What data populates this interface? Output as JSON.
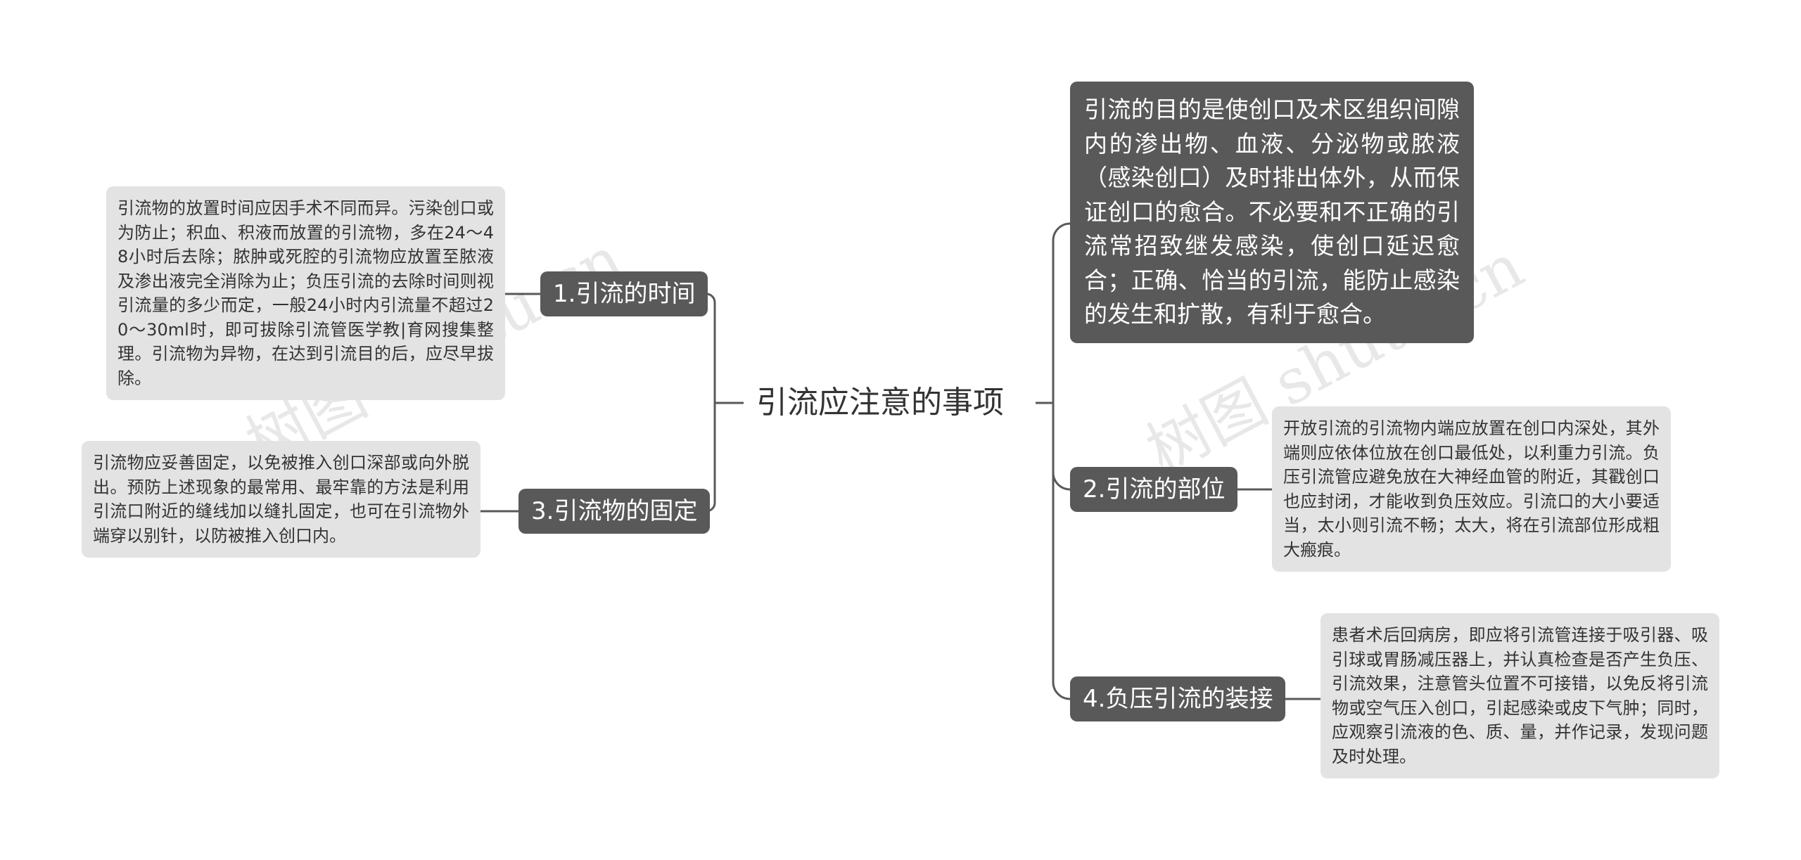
{
  "root": {
    "label": "引流应注意的事项"
  },
  "branches": {
    "b1": {
      "label": "1.引流的时间",
      "detail": "引流物的放置时间应因手术不同而异。污染创口或为防止；积血、积液而放置的引流物，多在24～48小时后去除；脓肿或死腔的引流物应放置至脓液及渗出液完全消除为止；负压引流的去除时间则视引流量的多少而定，一般24小时内引流量不超过20～30ml时，即可拔除引流管医学教|育网搜集整理。引流物为异物，在达到引流目的后，应尽早拔除。"
    },
    "b3": {
      "label": "3.引流物的固定",
      "detail": "引流物应妥善固定，以免被推入创口深部或向外脱出。预防上述现象的最常用、最牢靠的方法是利用引流口附近的缝线加以缝扎固定，也可在引流物外端穿以别针，以防被推入创口内。"
    },
    "purpose": {
      "text": "引流的目的是使创口及术区组织间隙内的渗出物、血液、分泌物或脓液（感染创口）及时排出体外，从而保证创口的愈合。不必要和不正确的引流常招致继发感染，使创口延迟愈合；正确、恰当的引流，能防止感染的发生和扩散，有利于愈合。"
    },
    "b2": {
      "label": "2.引流的部位",
      "detail": "开放引流的引流物内端应放置在创口内深处，其外端则应依体位放在创口最低处，以利重力引流。负压引流管应避免放在大神经血管的附近，其戳创口也应封闭，才能收到负压效应。引流口的大小要适当，太小则引流不畅；太大，将在引流部位形成粗大瘢痕。"
    },
    "b4": {
      "label": "4.负压引流的装接",
      "detail": "患者术后回病房，即应将引流管连接于吸引器、吸引球或胃肠减压器上，并认真检查是否产生负压、引流效果，注意管头位置不可接错，以免反将引流物或空气压入创口，引起感染或皮下气肿；同时，应观察引流液的色、质、量，并作记录，发现问题及时处理。"
    }
  },
  "watermarks": [
    "树图 shutu.cn",
    "树图 shutu.cn"
  ],
  "colors": {
    "line": "#595959",
    "dark_node": "#595959",
    "leaf_node": "#e3e3e3"
  }
}
